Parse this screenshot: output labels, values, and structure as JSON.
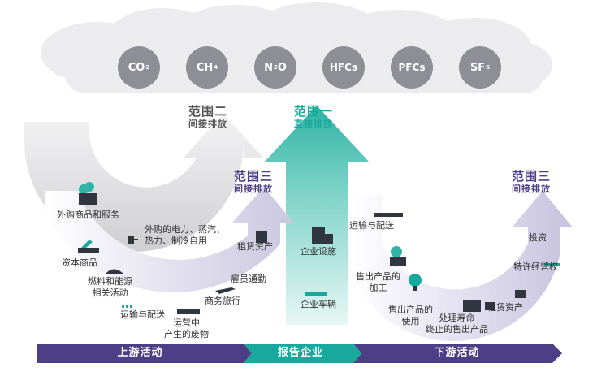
{
  "gases": [
    {
      "main": "CO",
      "sub": "2"
    },
    {
      "main": "CH",
      "sub": "4"
    },
    {
      "main": "N",
      "sub": "2",
      "tail": "O"
    },
    {
      "main": "HFCs",
      "sub": ""
    },
    {
      "main": "PFCs",
      "sub": ""
    },
    {
      "main": "SF",
      "sub": "6"
    }
  ],
  "scopes": {
    "scope2": {
      "title": "范围二",
      "subtitle": "间接排放"
    },
    "scope1": {
      "title": "范围一",
      "subtitle": "直接排放"
    },
    "scope3_up": {
      "title": "范围三",
      "subtitle": "间接排放"
    },
    "scope3_down": {
      "title": "范围三",
      "subtitle": "间接排放"
    }
  },
  "upstream_items": {
    "purchased_goods": "外购商品和服务",
    "capital_goods": "资本商品",
    "fuel_energy": "燃料和能源\n相关活动",
    "transport": "运输与配送",
    "waste": "运营中\n产生的废物",
    "business_travel": "商务旅行",
    "commuting": "雇员通勤",
    "leased_assets": "租赁资产",
    "purchased_power": "外购的电力、蒸汽、\n热力、制冷自用"
  },
  "company_items": {
    "facilities": "企业设施",
    "vehicles": "企业车辆"
  },
  "downstream_items": {
    "transport": "运输与配送",
    "processing": "售出产品的\n加工",
    "use": "售出产品的\n使用",
    "end_of_life": "处理寿命\n终止的售出产品",
    "leased_assets": "租赁资产",
    "franchises": "特许经营权",
    "investments": "投资"
  },
  "bottom_bar": {
    "upstream": "上游活动",
    "company": "报告企业",
    "downstream": "下游活动"
  },
  "colors": {
    "cloud": "#ececee",
    "gas": "#8e8e96",
    "gray_arrow": "#cfcfd2",
    "teal": "#17a99b",
    "teal_light": "#bfe9e4",
    "purple": "#4c3f85",
    "purple_light": "#d6d3e8",
    "dark_icon": "#2f3640"
  }
}
